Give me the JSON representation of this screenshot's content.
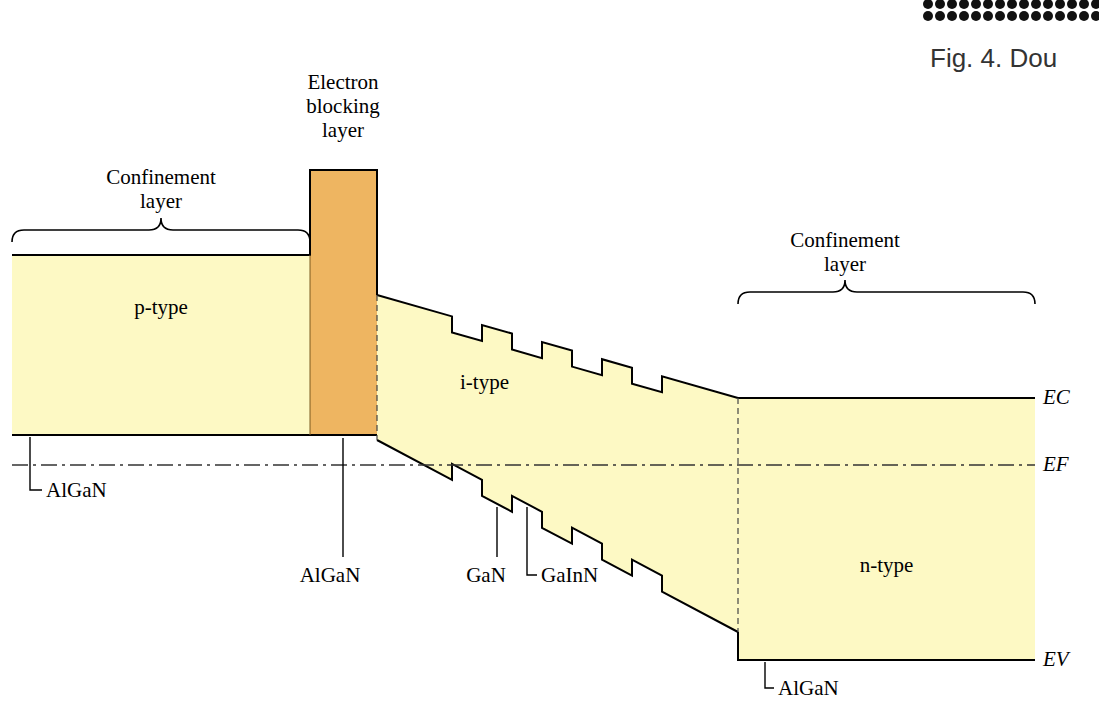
{
  "diagram": {
    "nodes": [
      {
        "text": [
          "p-type"
        ]
      },
      {
        "text": [
          "i-type"
        ]
      },
      {
        "text": [
          "n-type"
        ]
      }
    ],
    "labels": [
      "Fig. 4. Dou",
      "Confinement layer",
      "Electron blocking layer",
      "Confinement layer",
      "EC",
      "EF",
      "EV",
      "AlGaN",
      "AlGaN",
      "GaN",
      "GaInN",
      "AlGaN"
    ]
  }
}
